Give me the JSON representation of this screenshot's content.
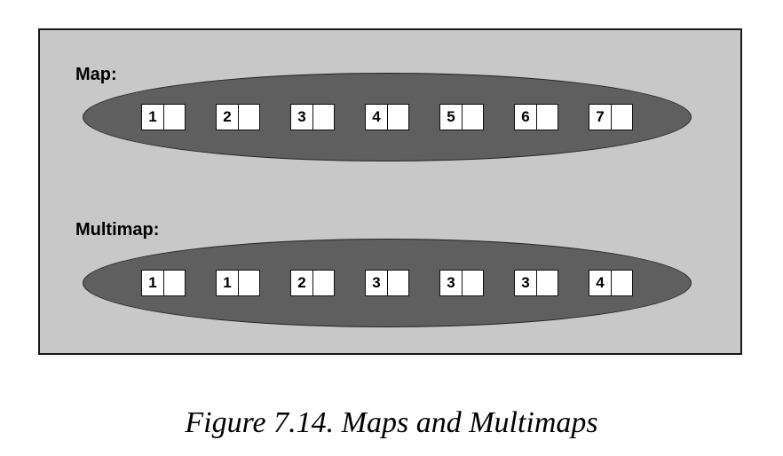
{
  "map": {
    "label": "Map:",
    "keys": [
      "1",
      "2",
      "3",
      "4",
      "5",
      "6",
      "7"
    ]
  },
  "multimap": {
    "label": "Multimap:",
    "keys": [
      "1",
      "1",
      "2",
      "3",
      "3",
      "3",
      "4"
    ]
  },
  "caption": "Figure 7.14. Maps and Multimaps"
}
